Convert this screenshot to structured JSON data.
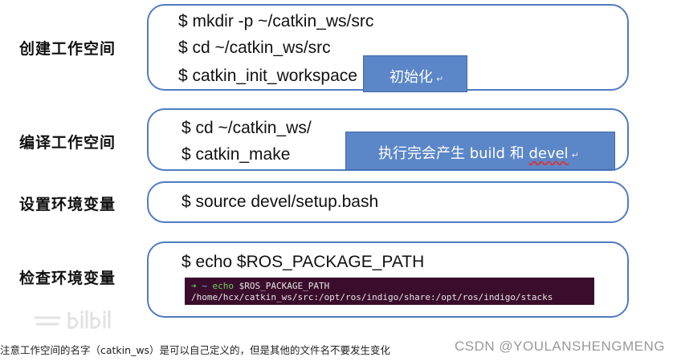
{
  "steps": [
    {
      "label": "创建工作空间",
      "commands": [
        "$ mkdir -p ~/catkin_ws/src",
        "$ cd ~/catkin_ws/src",
        "$ catkin_init_workspace"
      ],
      "note": "初始化"
    },
    {
      "label": "编译工作空间",
      "commands": [
        "$ cd ~/catkin_ws/",
        "$ catkin_make"
      ],
      "note_prefix": "执行完会产生 build 和 ",
      "note_highlight": "devel"
    },
    {
      "label": "设置环境变量",
      "commands": [
        "$ source devel/setup.bash"
      ]
    },
    {
      "label": "检查环境变量",
      "commands": [
        "$ echo $ROS_PACKAGE_PATH"
      ],
      "terminal": {
        "prompt_arrow": "➜",
        "prompt_dir": "~",
        "command": "echo",
        "argument": "$ROS_PACKAGE_PATH",
        "output": "/home/hcx/catkin_ws/src:/opt/ros/indigo/share:/opt/ros/indigo/stacks"
      }
    }
  ],
  "return_mark": "↵",
  "footer_note": "注意工作空间的名字（catkin_ws）是可以自己定义的，但是其他的文件名不要发生变化",
  "watermark": "CSDN @YOULANSHENGMENG",
  "colors": {
    "box_border": "#4f7bc2",
    "note_fill": "#5b86c8",
    "terminal_bg": "#3b0d2d"
  }
}
